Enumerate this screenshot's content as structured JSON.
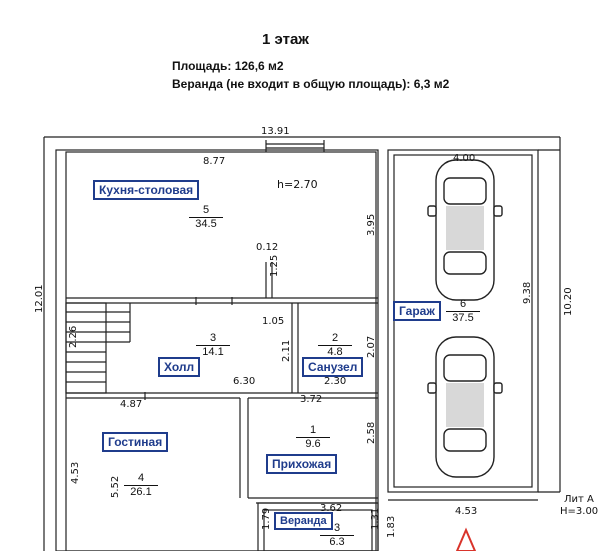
{
  "header": {
    "title": "1 этаж",
    "area": "Площадь: 126,6 м2",
    "veranda_note": "Веранда (не входит в общую площадь): 6,3 м2"
  },
  "rooms": {
    "kitchen": {
      "label": "Кухня-столовая",
      "number": "5",
      "area": "34.5"
    },
    "hall": {
      "label": "Холл",
      "number": "3",
      "area": "14.1"
    },
    "bathroom": {
      "label": "Санузел",
      "number": "2",
      "area": "4.8"
    },
    "living": {
      "label": "Гостиная",
      "number": "4",
      "area": "26.1"
    },
    "entrance": {
      "label": "Прихожая",
      "number": "1",
      "area": "9.6"
    },
    "garage": {
      "label": "Гараж",
      "number": "6",
      "area": "37.5"
    },
    "veranda": {
      "label": "Веранда",
      "number": "3",
      "area": "6.3"
    }
  },
  "dimensions": {
    "top": "13.91",
    "kitchen_width": "8.77",
    "height": "h=2.70",
    "kitchen_depth": "3.95",
    "left_total": "12.01",
    "wall_small": "0.12",
    "wall_1_25": "1.25",
    "stair": "2.26",
    "hall_1_05": "1.05",
    "hall_2_11": "2.11",
    "bath_2_07": "2.07",
    "hall_6_30": "6.30",
    "bath_2_30": "2.30",
    "living_4_87": "4.87",
    "entr_3_72": "3.72",
    "entr_2_58": "2.58",
    "living_4_53": "4.53",
    "living_5_52": "5.52",
    "garage_4_00": "4.00",
    "garage_9_38": "9.38",
    "garage_10_20": "10.20",
    "garage_4_53": "4.53",
    "ver_3_62": "3.62",
    "ver_1_79": "1.79",
    "ver_1_31": "1.31",
    "ver_1_83": "1.83"
  },
  "lit": {
    "line1": "Лит А",
    "line2": "Н=3.00"
  },
  "colors": {
    "label_border": "#1f3c8c",
    "wall": "#222222",
    "arrow": "#d9342b"
  }
}
